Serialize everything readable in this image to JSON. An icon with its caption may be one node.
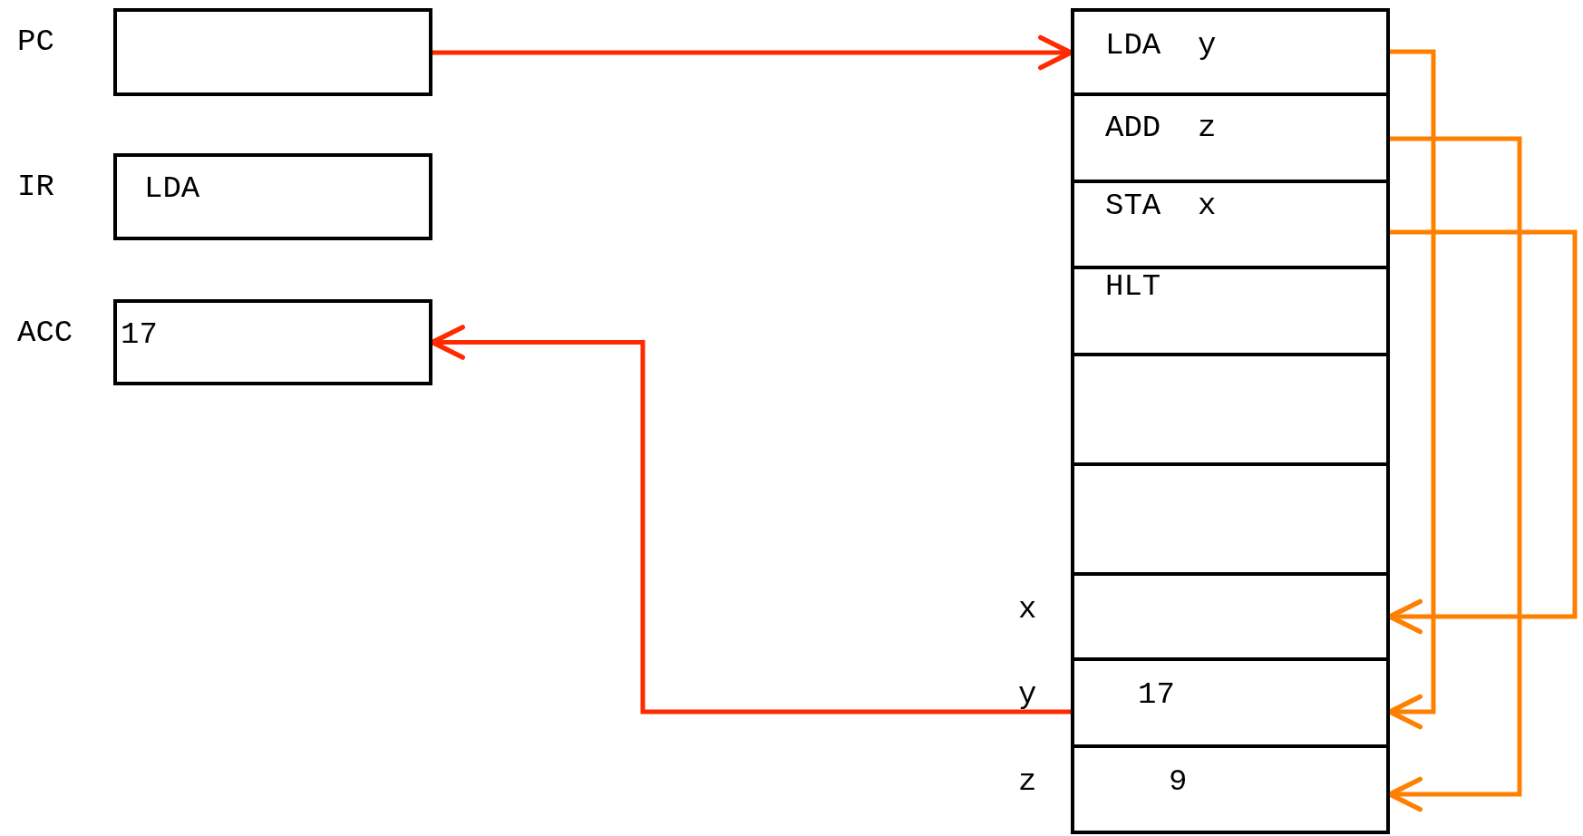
{
  "diagram": {
    "nodes": [
      {
        "text": [
          "PC"
        ]
      },
      {
        "text": [
          "IR",
          "LDA"
        ]
      },
      {
        "text": [
          "ACC",
          "17"
        ]
      },
      {
        "text": [
          "LDA  y"
        ]
      },
      {
        "text": [
          "ADD  z"
        ]
      },
      {
        "text": [
          "STA  x"
        ]
      },
      {
        "text": [
          "HLT"
        ]
      },
      {
        "text": [],
        "shape": "box"
      },
      {
        "text": [],
        "shape": "box"
      },
      {
        "text": [],
        "shape": "box",
        "beside": [
          "x"
        ]
      },
      {
        "text": [
          "17"
        ],
        "beside": [
          "y"
        ]
      },
      {
        "text": [
          "9"
        ],
        "beside": [
          "z"
        ]
      }
    ],
    "edges": [
      {
        "from": 0,
        "to": 3,
        "arrow": "to",
        "color": "#ff2a00"
      },
      {
        "from": 10,
        "to": 2,
        "arrow": "to",
        "color": "#ff2a00"
      },
      {
        "from": 3,
        "to": 10,
        "arrow": "to"
      },
      {
        "from": 4,
        "to": 11,
        "arrow": "to"
      },
      {
        "from": 5,
        "to": 9,
        "arrow": "to"
      }
    ]
  }
}
